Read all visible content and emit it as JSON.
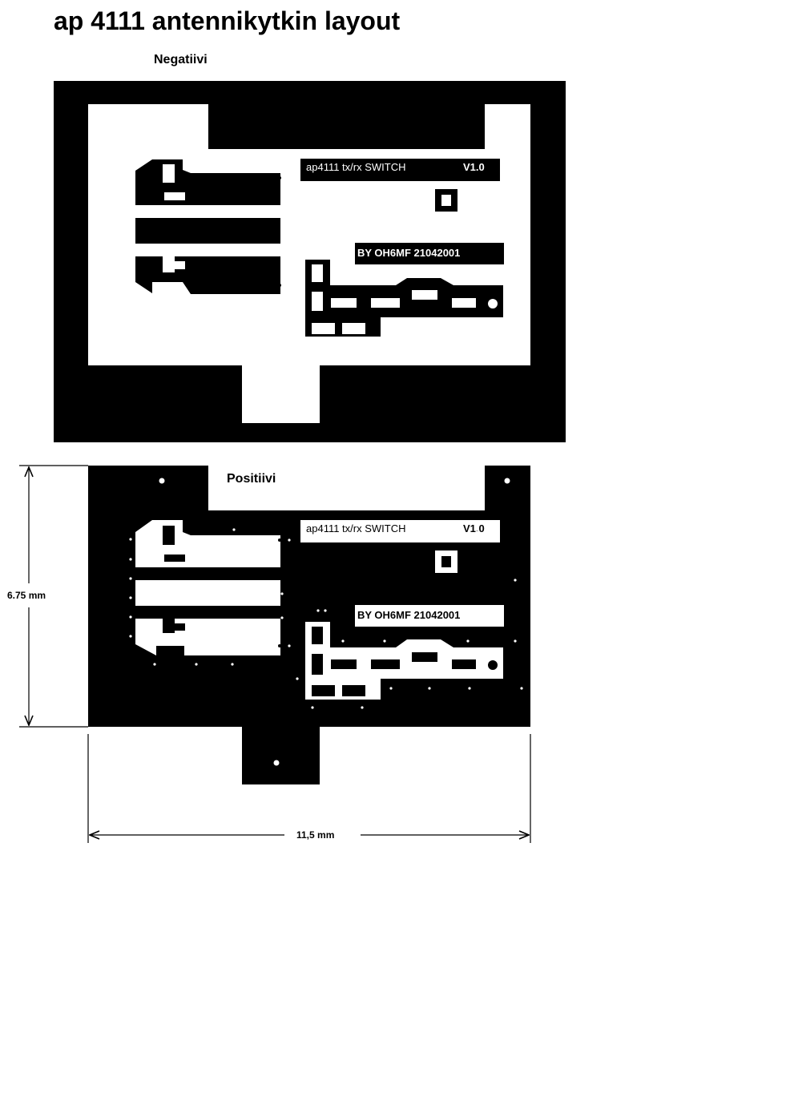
{
  "title": "ap 4111 antennikytkin layout",
  "negative_label": "Negatiivi",
  "positive_label": "Positiivi",
  "board": {
    "silkscreen_text": "ap4111 tx/rx SWITCH",
    "version": "V1.0",
    "author_text": "BY OH6MF 21042001"
  },
  "dimensions": {
    "height_label": "6.75 mm",
    "width_label": "11,5 mm"
  },
  "colors": {
    "ink": "#000000",
    "paper": "#ffffff"
  }
}
